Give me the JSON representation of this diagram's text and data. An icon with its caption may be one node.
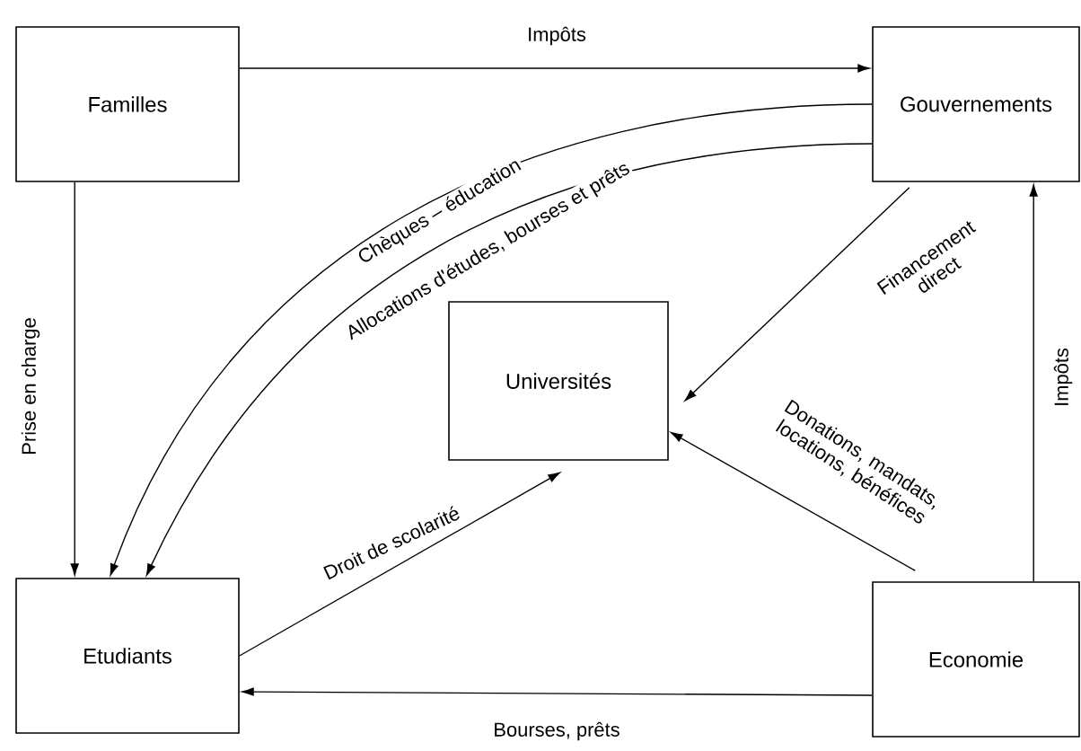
{
  "diagram": {
    "nodes": [
      {
        "text": [
          "Familles"
        ]
      },
      {
        "text": [
          "Gouvernements"
        ]
      },
      {
        "text": [
          "Universités"
        ]
      },
      {
        "text": [
          "Etudiants"
        ]
      },
      {
        "text": [
          "Economie"
        ]
      }
    ],
    "edges": [
      {
        "from": 0,
        "to": 1,
        "arrow": "to",
        "label": "Impôts"
      },
      {
        "from": 1,
        "to": 3,
        "arrow": "to",
        "label": "Chèques – éducation"
      },
      {
        "from": 1,
        "to": 3,
        "arrow": "to",
        "label": "Allocations d'études, bourses et prêts"
      },
      {
        "from": 0,
        "to": 3,
        "arrow": "to",
        "label": "Prise en charge"
      },
      {
        "from": 1,
        "to": 2,
        "arrow": "to",
        "label": "Financement direct"
      },
      {
        "from": 4,
        "to": 2,
        "arrow": "to",
        "label": "Donations, mandats, locations, bénéfices"
      },
      {
        "from": 3,
        "to": 2,
        "arrow": "to",
        "label": "Droit de scolarité"
      },
      {
        "from": 4,
        "to": 3,
        "arrow": "to",
        "label": "Bourses, prêts"
      },
      {
        "from": 4,
        "to": 1,
        "arrow": "to",
        "label": "Impôts"
      }
    ]
  }
}
